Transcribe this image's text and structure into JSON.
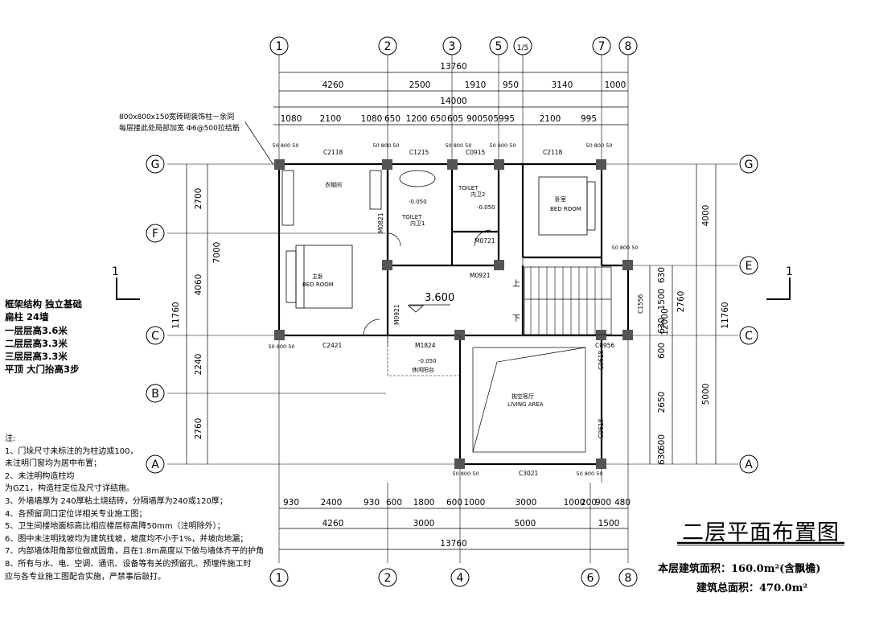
{
  "plan": {
    "title": "二层平面布置图",
    "floor_area": "本层建筑面积：160.0m²(含飘檐)",
    "total_area": "建筑总面积：470.0m²",
    "axes_top": [
      "1",
      "2",
      "3",
      "5",
      "1/5",
      "7",
      "8"
    ],
    "axes_bottom": [
      "1",
      "2",
      "4",
      "6",
      "8"
    ],
    "axes_left": [
      "G",
      "F",
      "C",
      "B",
      "A"
    ],
    "axes_right": [
      "G",
      "E",
      "C",
      "A"
    ],
    "section_label_left": "1",
    "section_label_right": "1",
    "dims_top": {
      "overall": "13760",
      "row2": [
        "4260",
        "2500",
        "1910",
        "950",
        "3140",
        "1000"
      ],
      "mid": "14000",
      "row4": [
        "1080",
        "2100",
        "1080",
        "650",
        "1200",
        "650",
        "605",
        "900",
        "505",
        "995",
        "2100",
        "995"
      ]
    },
    "dims_bottom": {
      "row1": [
        "930",
        "2400",
        "930",
        "600",
        "1800",
        "600",
        "1000",
        "3000",
        "1000",
        "200",
        "900",
        "480"
      ],
      "row2": [
        "4260",
        "3000",
        "5000",
        "1500"
      ],
      "overall": "13760"
    },
    "dims_left": {
      "segments": [
        "2700",
        "4060",
        "2240",
        "2760"
      ],
      "mid": "7000",
      "overall": "11760"
    },
    "dims_right": {
      "segments": [
        "630",
        "1500",
        "630",
        "600",
        "2650",
        "600",
        "630"
      ],
      "inner": "2760",
      "mid": "12000",
      "overall_top": "4000",
      "overall_bottom": "5000",
      "total": "11760"
    },
    "windows": [
      "C2118",
      "C1215",
      "C0915",
      "C2118",
      "C2421",
      "C3021",
      "C1556",
      "C0956",
      "C0618",
      "C0618"
    ],
    "doors": [
      "M0821",
      "M0721",
      "M0921",
      "M0921",
      "M1824"
    ],
    "rooms": [
      {
        "name": "衣帽间"
      },
      {
        "name": "TOILET",
        "sub": "内卫1"
      },
      {
        "name": "TOILET",
        "sub": "内卫2"
      },
      {
        "name": "卧室",
        "en": "BED ROOM"
      },
      {
        "name": "主卧",
        "en": "BED ROOM"
      },
      {
        "name": "挑空客厅",
        "en": "LIVING AREA"
      },
      {
        "name": "休闲阳台"
      }
    ],
    "level_main": "3.600",
    "level_wet": "-0.050",
    "stair_up": "上",
    "stair_down": "下",
    "column_note_1": "800x800x150宽砖砌装饰柱－余同",
    "column_note_2": "每层搂此处局部加宽 Φ6@500拉结筋",
    "small_dims": [
      "50",
      "800",
      "50"
    ]
  },
  "spec": [
    "框架结构 独立基础",
    "扁柱 24墙",
    "一层层高3.6米",
    "二层层高3.3米",
    "三层层高3.3米",
    "平顶 大门抬高3步"
  ],
  "notes": {
    "heading": "注:",
    "items": [
      "1、门垛尺寸未标注的为柱边或100，",
      "   未注明门窗均为居中布置；",
      "2、未注明构造柱均",
      "   为GZ1，构造柱定位及尺寸详结施。",
      "3、外墙墙厚为 240厚粘土烧结砖，分隔墙厚为240或120厚；",
      "4、各预留洞口定位详相关专业施工图；",
      "5、卫生间楼地面标高比相应楼层标高降50mm（注明除外）；",
      "6、图中未注明找坡均为建筑找坡，坡度均不小于1%，并坡向地漏；",
      "7、内部墙体阳角部位做成圆角，且在1.8m高度以下做与墙体齐平的护角",
      "8、所有与水、电、空调、通讯、设备等有关的预留孔、预埋件施工时",
      "   应与各专业施工图配合实施，严禁事后敲打。"
    ]
  }
}
